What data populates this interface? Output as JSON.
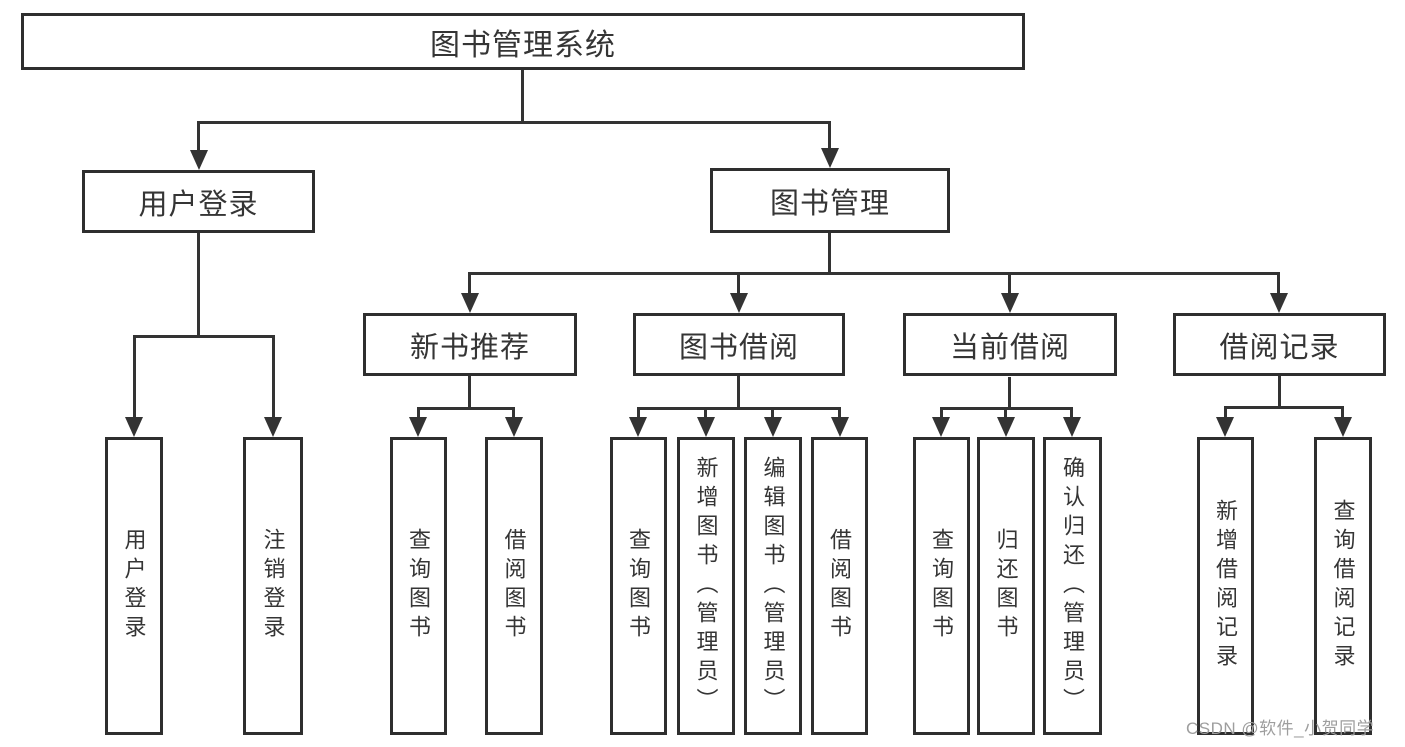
{
  "diagram_title": "图书管理系统",
  "tree": {
    "label": "图书管理系统",
    "children": [
      {
        "label": "用户登录",
        "children": [
          {
            "label": "用户登录"
          },
          {
            "label": "注销登录"
          }
        ]
      },
      {
        "label": "图书管理",
        "children": [
          {
            "label": "新书推荐",
            "children": [
              {
                "label": "查询图书"
              },
              {
                "label": "借阅图书"
              }
            ]
          },
          {
            "label": "图书借阅",
            "children": [
              {
                "label": "查询图书"
              },
              {
                "label": "新增图书（管理员）"
              },
              {
                "label": "编辑图书（管理员）"
              },
              {
                "label": "借阅图书"
              }
            ]
          },
          {
            "label": "当前借阅",
            "children": [
              {
                "label": "查询图书"
              },
              {
                "label": "归还图书"
              },
              {
                "label": "确认归还（管理员）"
              }
            ]
          },
          {
            "label": "借阅记录",
            "children": [
              {
                "label": "新增借阅记录"
              },
              {
                "label": "查询借阅记录"
              }
            ]
          }
        ]
      }
    ]
  },
  "watermark": {
    "text": "CSDN @软件_小贺同学",
    "color": "#9e9e9e"
  },
  "colors": {
    "line": "#333333",
    "box_border": "#2e2e2e",
    "text": "#353535",
    "background": "#ffffff"
  }
}
